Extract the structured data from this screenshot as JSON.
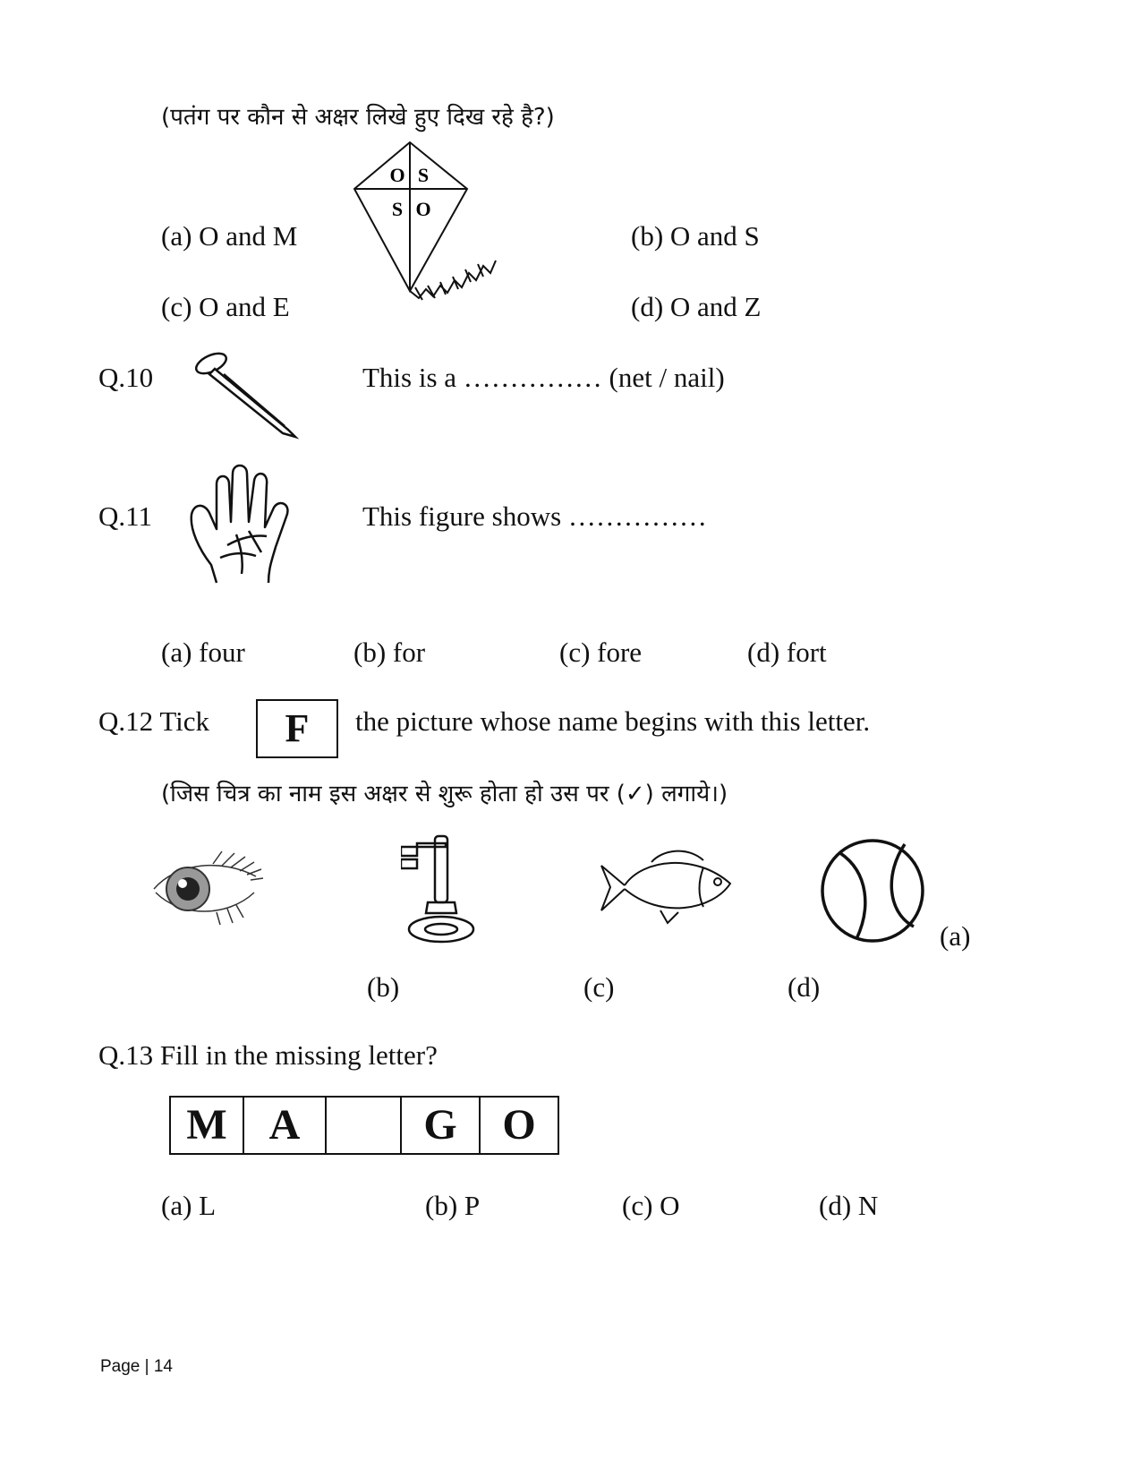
{
  "q9": {
    "hindi_prompt": "(पतंग पर कौन से अक्षर लिखे हुए दिख रहे है?)",
    "kite_letters": [
      "O",
      "S",
      "S",
      "O"
    ],
    "options": {
      "a": "(a) O and M",
      "b": "(b) O and S",
      "c": "(c) O and E",
      "d": "(d) O and Z"
    }
  },
  "q10": {
    "number": "Q.10",
    "text": "This is a …………… (net / nail)",
    "image_icon": "nail-icon"
  },
  "q11": {
    "number": "Q.11",
    "text": "This figure shows ……………",
    "image_icon": "hand-icon",
    "options": {
      "a": "(a)  four",
      "b": "(b)  for",
      "c": "(c) fore",
      "d": "(d)   fort"
    }
  },
  "q12": {
    "label": "Q.12 Tick",
    "letter": "F",
    "text": "the picture whose name begins with this letter.",
    "hindi": "(जिस चित्र का नाम इस अक्षर से शुरू होता हो उस पर (✓) लगाये।)",
    "pictures": [
      "eye-icon",
      "key-icon",
      "fish-icon",
      "ball-icon"
    ],
    "labels": {
      "a": "(a)",
      "b": "(b)",
      "c": "(c)",
      "d": "(d)"
    }
  },
  "q13": {
    "text": "Q.13 Fill in the missing letter?",
    "boxes": [
      "M",
      "A",
      "",
      "G",
      "O"
    ],
    "options": {
      "a": "(a) L",
      "b": "(b) P",
      "c": "(c) O",
      "d": "(d)  N"
    }
  },
  "footer": {
    "page": "Page | 14"
  }
}
